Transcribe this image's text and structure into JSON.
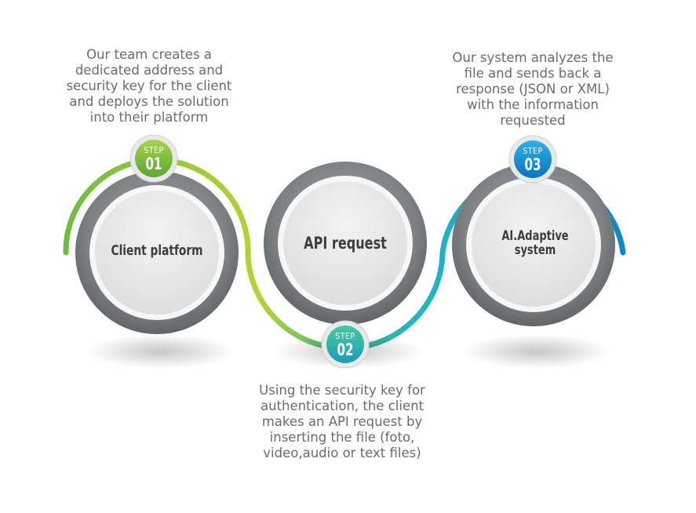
{
  "colors": {
    "step1": "#8cc63f",
    "step2": "#1fb5c8",
    "step3": "#0a8fd6",
    "text": "#6b6b6b",
    "ring": "#7a7d80"
  },
  "steps": [
    {
      "step_label": "STEP",
      "number": "01",
      "title": "Client  platform",
      "description": "Our team creates a\ndedicated address and\nsecurity key for the client\nand deploys the solution\ninto their platform"
    },
    {
      "step_label": "STEP",
      "number": "02",
      "title": "API request",
      "description": "Using the security key for\nauthentication, the client\nmakes an API request by\ninserting the file (foto,\nvideo,audio or text files)"
    },
    {
      "step_label": "STEP",
      "number": "03",
      "title": "AI.Adaptive\nsystem",
      "description": "Our system analyzes the\nfile and sends back a\nresponse (JSON or XML)\nwith the information\nrequested"
    }
  ]
}
